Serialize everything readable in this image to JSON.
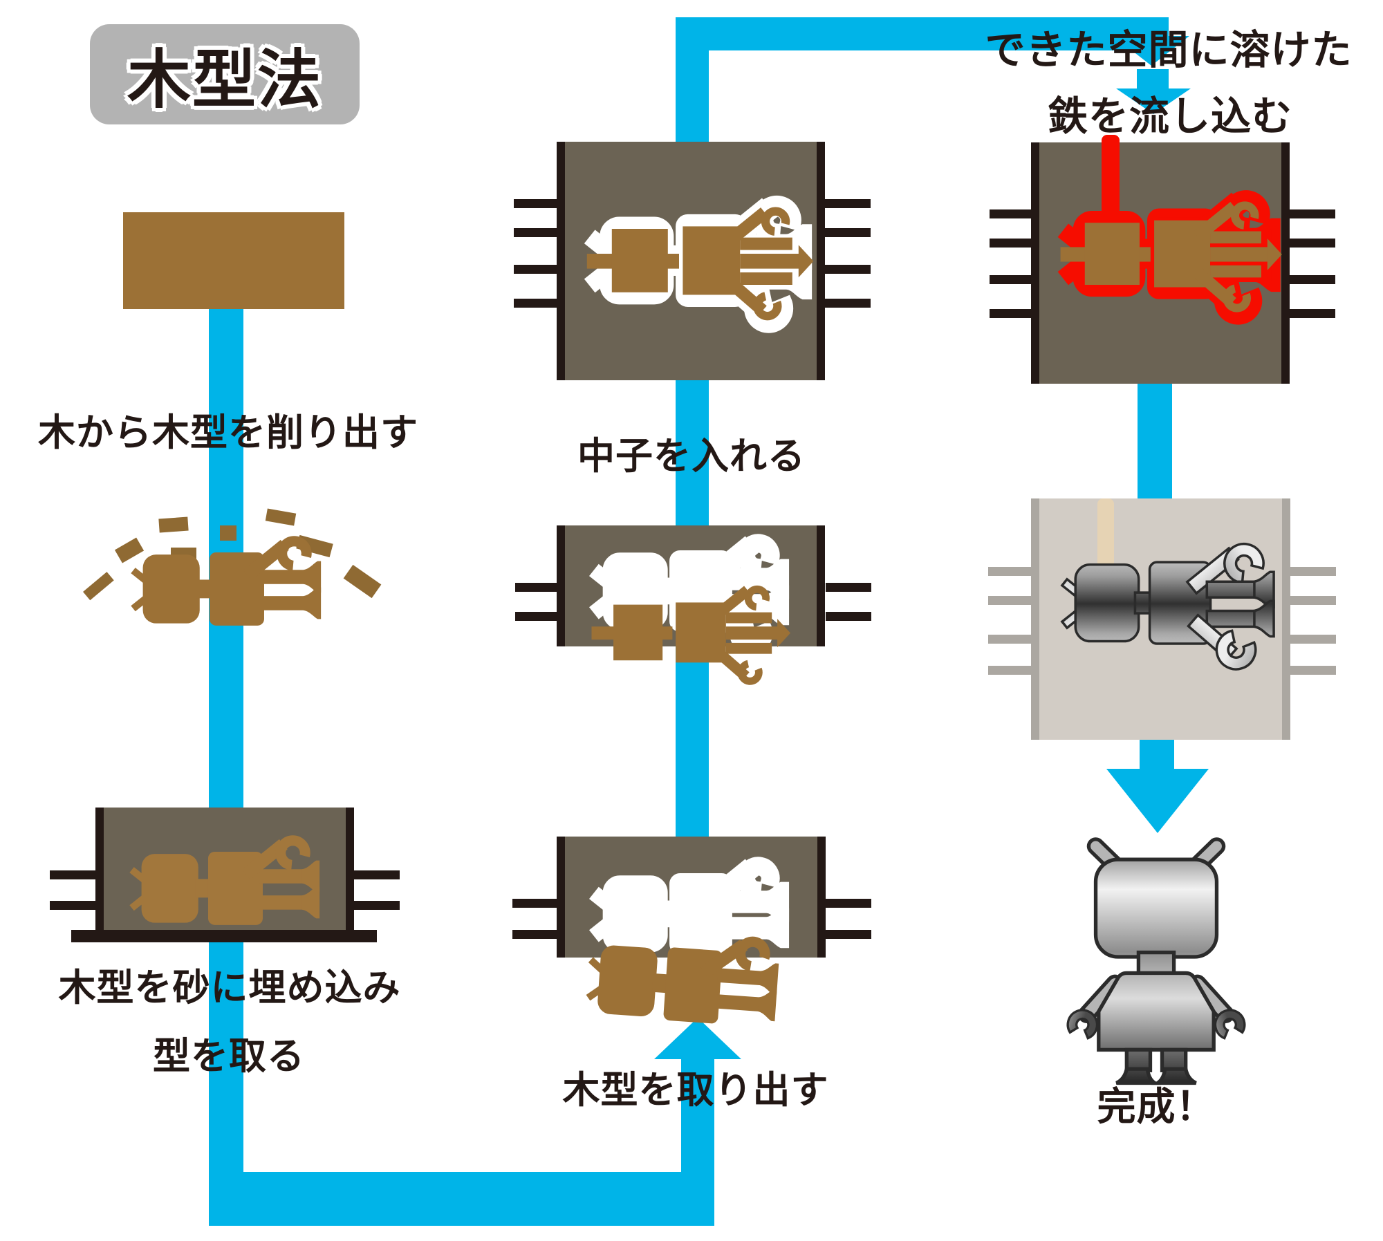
{
  "title": "木型法",
  "steps": {
    "step1_carve": "木から木型を削り出す",
    "step2_line1": "木型を砂に埋め込み",
    "step2_line2": "型を取る",
    "step3_remove": "木型を取り出す",
    "step4_core": "中子を入れる",
    "step5_line1": "できた空間に溶けた",
    "step5_line2": "鉄を流し込む",
    "step6_done": "完成！"
  },
  "colors": {
    "blue": "#00b4e8",
    "wood": "#9c7136",
    "wood-light": "#a2773c",
    "chip": "#8f6a33",
    "sand": "#6b6354",
    "frame": "#231815",
    "red": "#f60d00",
    "mold-light": "#d2ccc5",
    "frame-light": "#aba7a1",
    "sprue-beige": "#e6d3b4",
    "title-bg": "#b3b3b3",
    "text": "#231815"
  }
}
